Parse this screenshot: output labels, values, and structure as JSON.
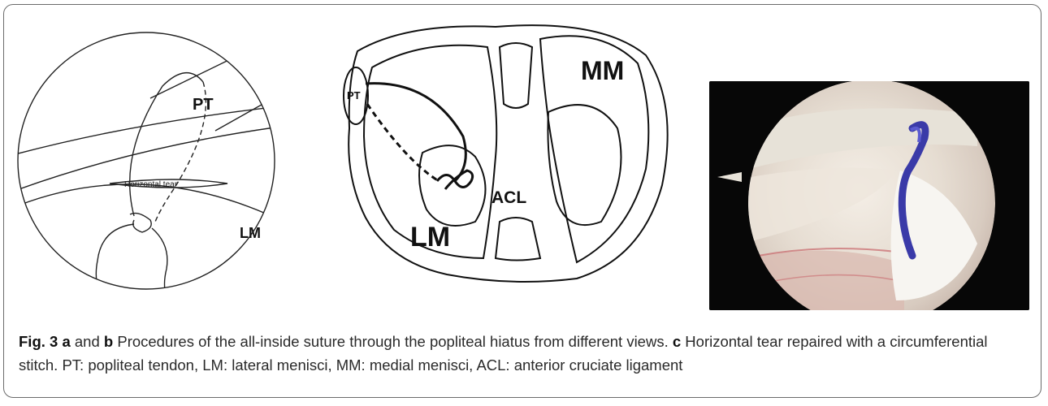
{
  "figure": {
    "panel_a": {
      "labels": {
        "pt": "PT",
        "tear": "Horizontal tear",
        "lm": "LM"
      }
    },
    "panel_b": {
      "labels": {
        "pt": "PT",
        "mm": "MM",
        "acl": "ACL",
        "lm": "LM"
      }
    },
    "panel_c": {
      "photo": "arthroscopic-view-horizontal-tear-repaired-blue-suture"
    },
    "caption": {
      "fig_label": "Fig. 3",
      "a": "a",
      "and_word": " and ",
      "b": "b",
      "text1": " Procedures of the all-inside suture through the popliteal hiatus from different views. ",
      "c": "c",
      "text2": " Horizontal tear repaired with a circumferential stitch. PT: popliteal tendon, LM: lateral menisci, MM: medial menisci, ACL: anterior cruciate ligament"
    }
  }
}
